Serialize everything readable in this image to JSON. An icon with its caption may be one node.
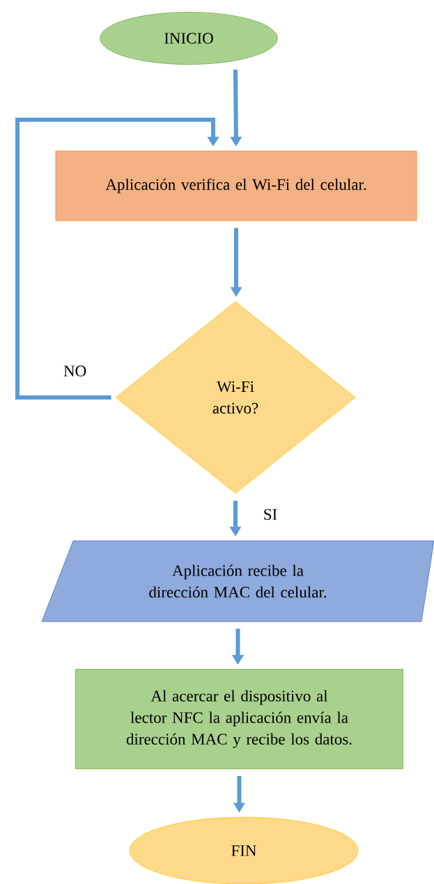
{
  "diagram": {
    "nodes": [
      {
        "text": [
          "INICIO"
        ]
      },
      {
        "text": [
          "Aplicación verifica el Wi-Fi del celular."
        ]
      },
      {
        "text": [
          "Wi-Fi activo?"
        ]
      },
      {
        "text": [
          "Aplicación recibe la dirección MAC del celular."
        ]
      },
      {
        "text": [
          "Al acercar el dispositivo al lector NFC la aplicación envía la dirección MAC y recibe los datos."
        ]
      },
      {
        "text": [
          "FIN"
        ]
      }
    ],
    "edges": [
      {
        "from": 0,
        "to": 1,
        "arrow": "to"
      },
      {
        "from": 1,
        "to": 2,
        "arrow": "to"
      },
      {
        "from": 2,
        "to": 1,
        "arrow": "to",
        "label": "NO"
      },
      {
        "from": 2,
        "to": 3,
        "arrow": "to",
        "label": "SI"
      },
      {
        "from": 3,
        "to": 4,
        "arrow": "to"
      },
      {
        "from": 4,
        "to": 5,
        "arrow": "to"
      }
    ]
  }
}
